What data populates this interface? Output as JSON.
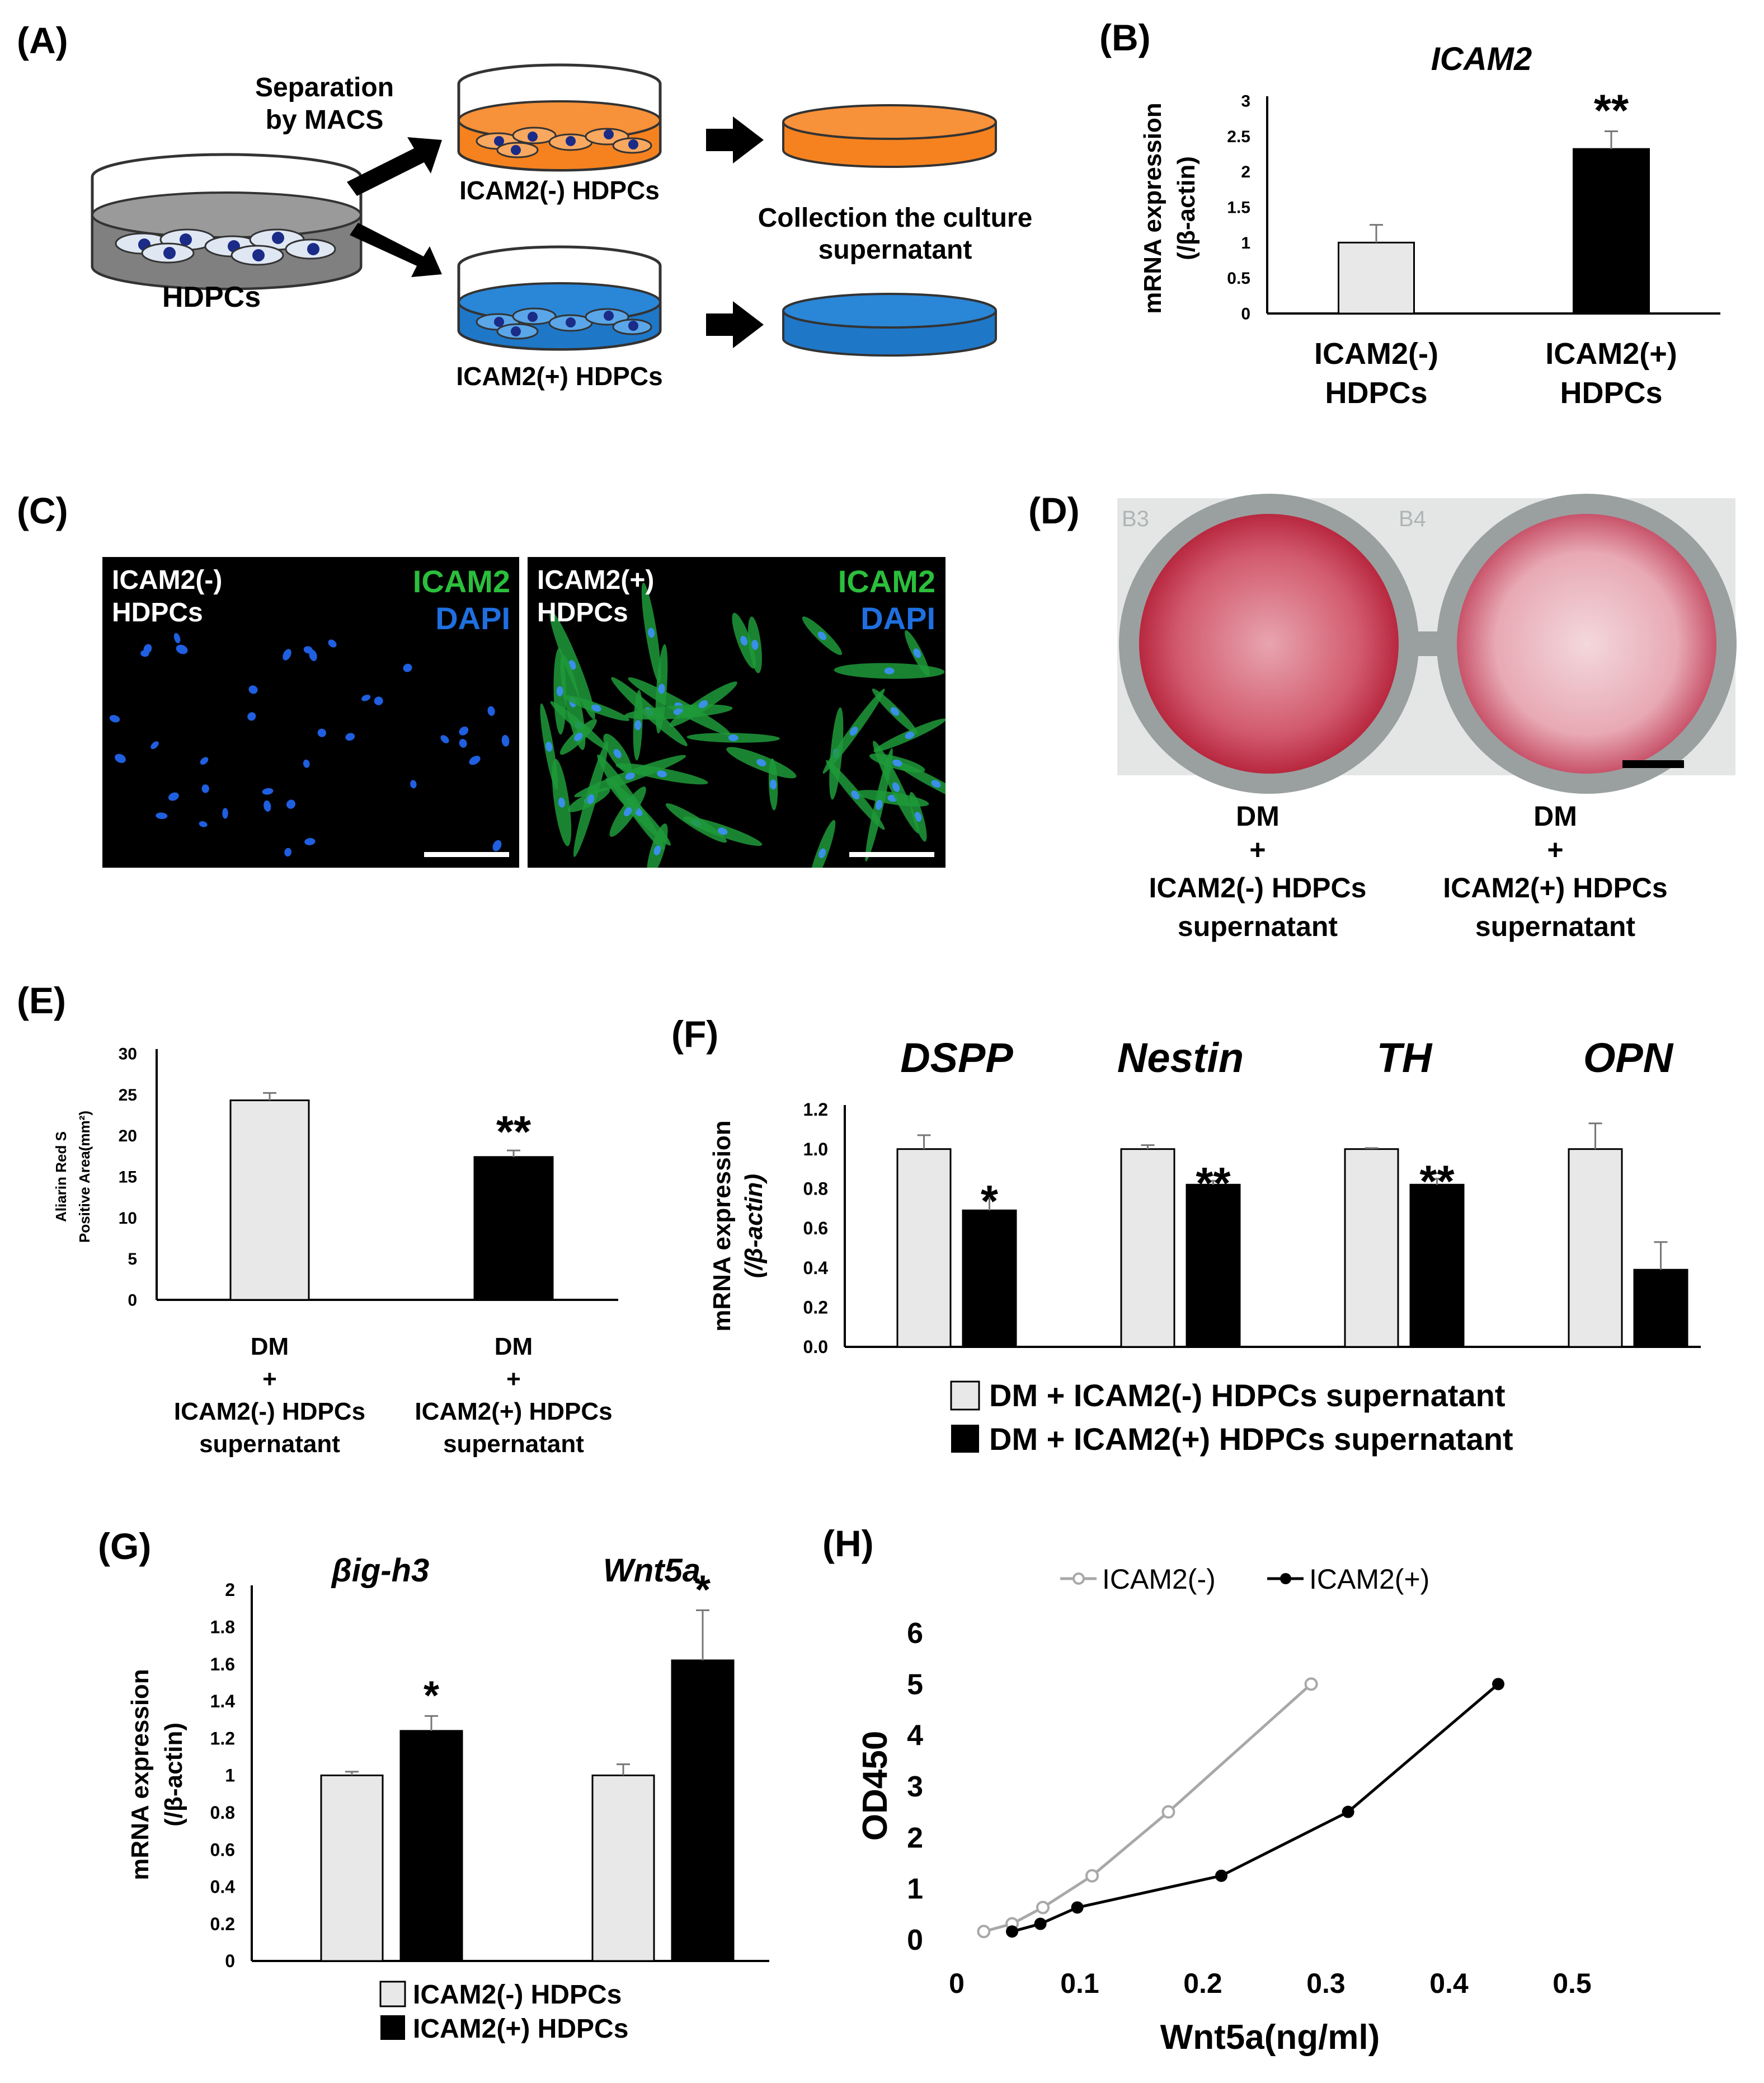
{
  "panels": {
    "A": "(A)",
    "B": "(B)",
    "C": "(C)",
    "D": "(D)",
    "E": "(E)",
    "F": "(F)",
    "G": "(G)",
    "H": "(H)"
  },
  "colors": {
    "orange": "#f5821f",
    "blue": "#1f77c8",
    "black_bar": "#000000",
    "light_bar": "#e8e8e8",
    "icam2_green": "#2bbf3c",
    "dapi_blue": "#1f6fe0",
    "alizarin_red": "#c8324a"
  },
  "panelA": {
    "separation_label_1": "Separation",
    "separation_label_2": "by MACS",
    "hdpcs_label": "HDPCs",
    "neg_label": "ICAM2(-) HDPCs",
    "pos_label": "ICAM2(+) HDPCs",
    "collection_label_1": "Collection the culture",
    "collection_label_2": "supernatant"
  },
  "panelC": {
    "neg_label_1": "ICAM2(-)",
    "neg_label_2": "HDPCs",
    "pos_label_1": "ICAM2(+)",
    "pos_label_2": "HDPCs",
    "stain_1": "ICAM2",
    "stain_2": "DAPI"
  },
  "panelD": {
    "well_left": "B3",
    "well_right": "B4",
    "neg_label_1": "DM",
    "neg_label_2": "+",
    "neg_label_3": "ICAM2(-) HDPCs",
    "neg_label_4": "supernatant",
    "pos_label_1": "DM",
    "pos_label_2": "+",
    "pos_label_3": "ICAM2(+) HDPCs",
    "pos_label_4": "supernatant"
  },
  "panelF_legend": {
    "neg": "DM + ICAM2(-) HDPCs supernatant",
    "pos": "DM + ICAM2(+) HDPCs supernatant"
  },
  "panelG_legend": {
    "neg": "ICAM2(-) HDPCs",
    "pos": "ICAM2(+) HDPCs"
  },
  "panelH_legend": {
    "neg": "ICAM2(-)",
    "pos": "ICAM2(+)"
  },
  "chart_data": [
    {
      "id": "B",
      "type": "bar",
      "title": "ICAM2",
      "ylabel_1": "mRNA expression",
      "ylabel_2": "(/β-actin)",
      "categories": [
        [
          "ICAM2(-)",
          "HDPCs"
        ],
        [
          "ICAM2(+)",
          "HDPCs"
        ]
      ],
      "values": [
        1.0,
        2.32
      ],
      "errors": [
        0.25,
        0.25
      ],
      "significance": [
        "",
        "**"
      ],
      "ylim": [
        0,
        3
      ],
      "yticks": [
        0,
        0.5,
        1,
        1.5,
        2,
        2.5,
        3
      ],
      "ytick_labels": [
        "0",
        "0.5",
        "1",
        "1.5",
        "2",
        "2.5",
        "3"
      ]
    },
    {
      "id": "E",
      "type": "bar",
      "ylabel_1": "Aliarin Red S",
      "ylabel_2": "Positive Area(mm²)",
      "categories": [
        [
          "DM",
          "+",
          "ICAM2(-) HDPCs",
          "supernatant"
        ],
        [
          "DM",
          "+",
          "ICAM2(+) HDPCs",
          "supernatant"
        ]
      ],
      "values": [
        24.3,
        17.4
      ],
      "errors": [
        0.9,
        0.8
      ],
      "significance": [
        "",
        "**"
      ],
      "ylim": [
        0,
        30
      ],
      "yticks": [
        0,
        5,
        10,
        15,
        20,
        25,
        30
      ],
      "ytick_labels": [
        "0",
        "5",
        "10",
        "15",
        "20",
        "25",
        "30"
      ]
    },
    {
      "id": "F",
      "type": "bar",
      "ylabel_1": "mRNA expression",
      "ylabel_2": "(/β-actin)",
      "categories": [
        "DSPP",
        "Nestin",
        "TH",
        "OPN"
      ],
      "series": [
        {
          "name": "DM + ICAM2(-) HDPCs supernatant",
          "values": [
            1.0,
            1.0,
            1.0,
            1.0
          ],
          "errors": [
            0.07,
            0.02,
            0.005,
            0.13
          ]
        },
        {
          "name": "DM + ICAM2(+) HDPCs supernatant",
          "values": [
            0.69,
            0.82,
            0.82,
            0.39
          ],
          "errors": [
            0.06,
            0.02,
            0.03,
            0.14
          ]
        }
      ],
      "significance": [
        "*",
        "**",
        "**",
        ""
      ],
      "ylim": [
        0,
        1.2
      ],
      "yticks": [
        0,
        0.2,
        0.4,
        0.6,
        0.8,
        1.0,
        1.2
      ],
      "ytick_labels": [
        "0.0",
        "0.2",
        "0.4",
        "0.6",
        "0.8",
        "1.0",
        "1.2"
      ]
    },
    {
      "id": "G",
      "type": "bar",
      "ylabel_1": "mRNA expression",
      "ylabel_2": "(/β-actin)",
      "categories": [
        "βig-h3",
        "Wnt5a"
      ],
      "series": [
        {
          "name": "ICAM2(-) HDPCs",
          "values": [
            1.0,
            1.0
          ],
          "errors": [
            0.02,
            0.06
          ]
        },
        {
          "name": "ICAM2(+) HDPCs",
          "values": [
            1.24,
            1.62
          ],
          "errors": [
            0.08,
            0.27
          ]
        }
      ],
      "significance": [
        "*",
        "*"
      ],
      "ylim": [
        0,
        2
      ],
      "yticks": [
        0,
        0.2,
        0.4,
        0.6,
        0.8,
        1.0,
        1.2,
        1.4,
        1.6,
        1.8,
        2.0
      ],
      "ytick_labels": [
        "0",
        "0.2",
        "0.4",
        "0.6",
        "0.8",
        "1",
        "1.2",
        "1.4",
        "1.6",
        "1.8",
        "2"
      ]
    },
    {
      "id": "H",
      "type": "line",
      "xlabel": "Wnt5a(ng/ml)",
      "ylabel": "OD450",
      "xlim": [
        0,
        0.5
      ],
      "ylim": [
        0,
        6
      ],
      "xticks": [
        0,
        0.1,
        0.2,
        0.3,
        0.4,
        0.5
      ],
      "xtick_labels": [
        "0",
        "0.1",
        "0.2",
        "0.3",
        "0.4",
        "0.5"
      ],
      "yticks": [
        0,
        1,
        2,
        3,
        4,
        5,
        6
      ],
      "ytick_labels": [
        "0",
        "1",
        "2",
        "3",
        "4",
        "5",
        "6"
      ],
      "series": [
        {
          "name": "ICAM2(-)",
          "x": [
            0.022,
            0.045,
            0.07,
            0.11,
            0.172,
            0.288
          ],
          "y": [
            0.16,
            0.31,
            0.63,
            1.25,
            2.5,
            5.0
          ],
          "color": "#a8a8a8",
          "marker": "open"
        },
        {
          "name": "ICAM2(+)",
          "x": [
            0.045,
            0.068,
            0.098,
            0.215,
            0.318,
            0.44
          ],
          "y": [
            0.16,
            0.31,
            0.63,
            1.25,
            2.5,
            5.0
          ],
          "color": "#000000",
          "marker": "filled"
        }
      ]
    }
  ]
}
